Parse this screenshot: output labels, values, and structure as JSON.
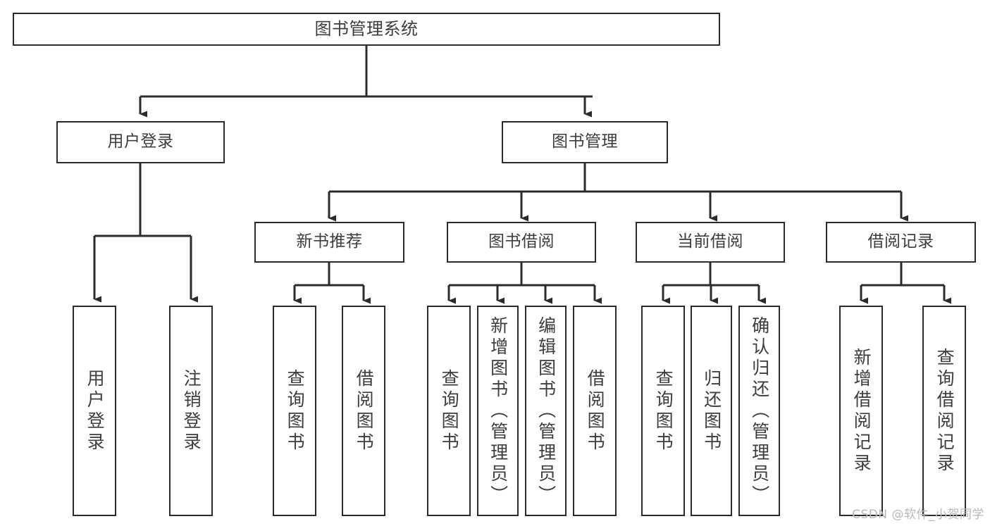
{
  "diagram": {
    "title": "图书管理系统",
    "type": "tree",
    "watermark": "CSDN @软件_小贺同学",
    "colors": {
      "box_border": "#2b2b2b",
      "box_fill": "#ffffff",
      "text": "#3d3d3d",
      "edge": "#2b2b2b",
      "background": "#ffffff",
      "watermark": "#b9b9b9"
    },
    "nodes": {
      "root": {
        "label": "图书管理系统"
      },
      "level2": [
        {
          "id": "user-login",
          "label": "用户登录"
        },
        {
          "id": "book-manage",
          "label": "图书管理"
        }
      ],
      "level3": [
        {
          "id": "new-book-recommend",
          "label": "新书推荐"
        },
        {
          "id": "book-borrow",
          "label": "图书借阅"
        },
        {
          "id": "current-borrow",
          "label": "当前借阅"
        },
        {
          "id": "borrow-record",
          "label": "借阅记录"
        }
      ],
      "leaves": [
        {
          "id": "leaf-user-login",
          "label": "用户登录",
          "parent": "user-login"
        },
        {
          "id": "leaf-logout-login",
          "label": "注销登录",
          "parent": "user-login"
        },
        {
          "id": "leaf-query-book-1",
          "label": "查询图书",
          "parent": "new-book-recommend"
        },
        {
          "id": "leaf-borrow-book-1",
          "label": "借阅图书",
          "parent": "new-book-recommend"
        },
        {
          "id": "leaf-query-book-2",
          "label": "查询图书",
          "parent": "book-borrow"
        },
        {
          "id": "leaf-add-book",
          "label": "新增图书（管理员）",
          "parent": "book-borrow"
        },
        {
          "id": "leaf-edit-book",
          "label": "编辑图书（管理员）",
          "parent": "book-borrow"
        },
        {
          "id": "leaf-borrow-book-2",
          "label": "借阅图书",
          "parent": "book-borrow"
        },
        {
          "id": "leaf-query-book-3",
          "label": "查询图书",
          "parent": "current-borrow"
        },
        {
          "id": "leaf-return-book",
          "label": "归还图书",
          "parent": "current-borrow"
        },
        {
          "id": "leaf-confirm-return",
          "label": "确认归还（管理员）",
          "parent": "current-borrow"
        },
        {
          "id": "leaf-add-record",
          "label": "新增借阅记录",
          "parent": "borrow-record"
        },
        {
          "id": "leaf-query-record",
          "label": "查询借阅记录",
          "parent": "borrow-record"
        }
      ]
    }
  }
}
